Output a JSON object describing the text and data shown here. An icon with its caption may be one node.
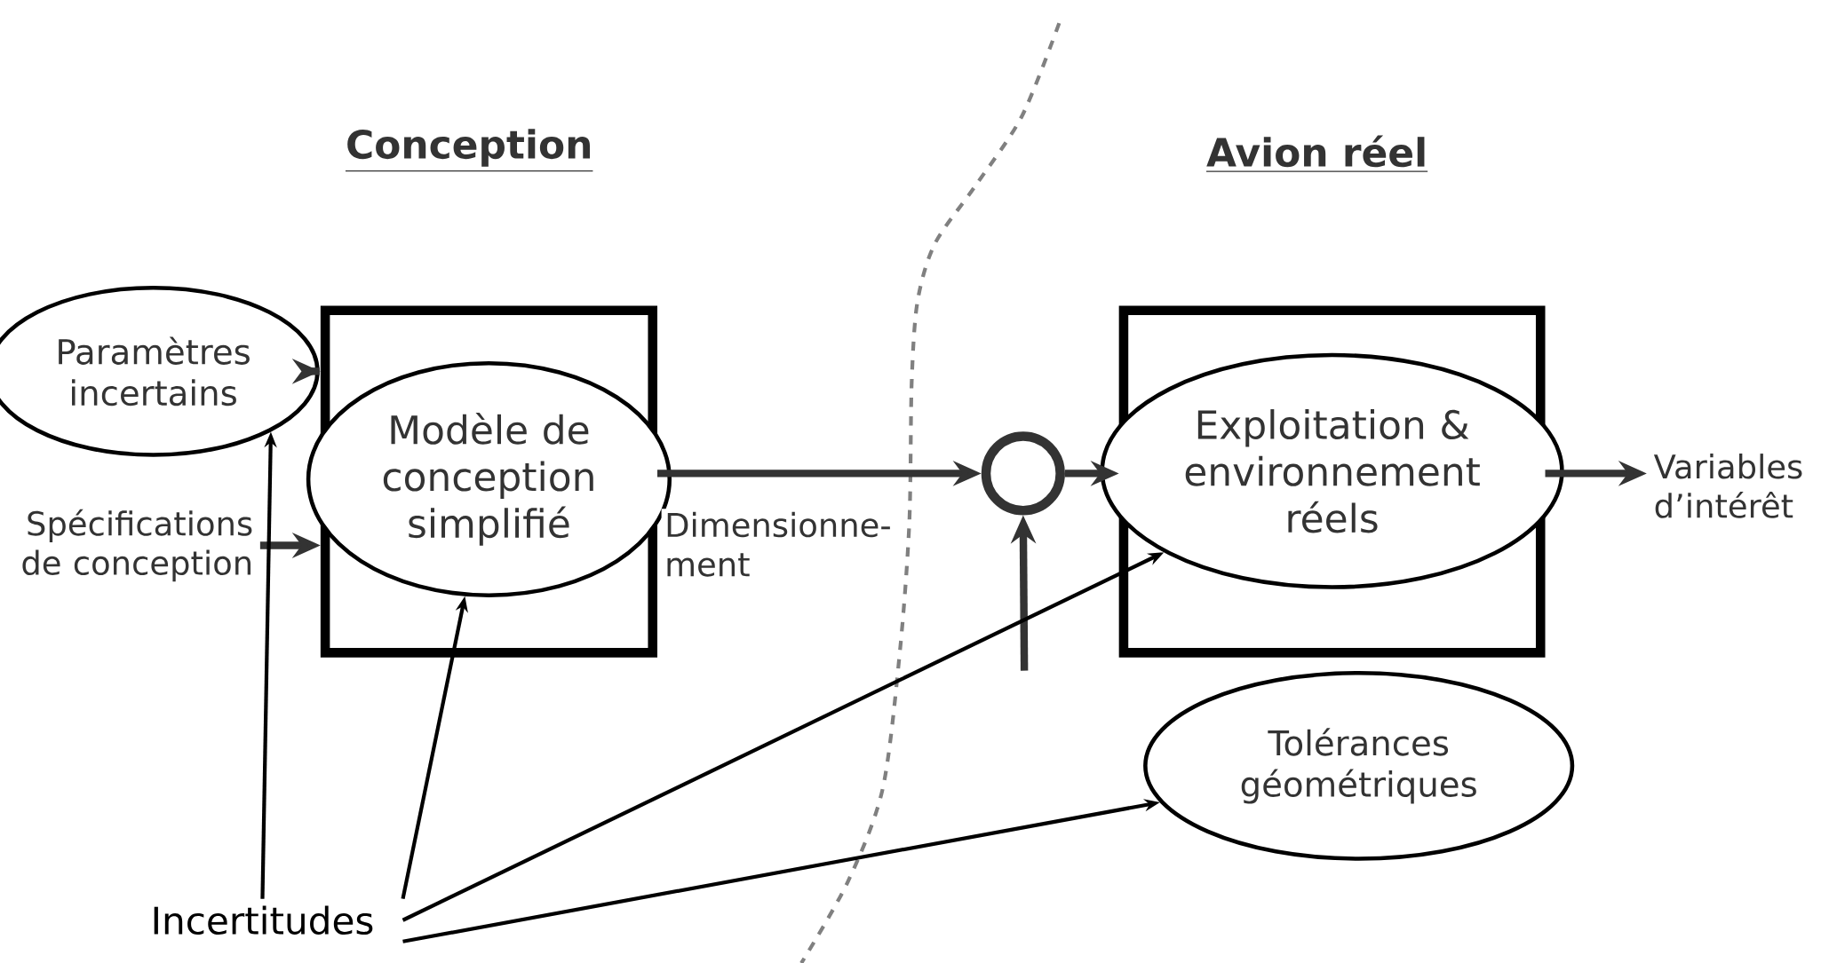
{
  "diagram": {
    "nodes": [
      {
        "text": [
          "Paramètres incertains"
        ]
      },
      {
        "text": [
          "Spécifications de conception"
        ]
      },
      {
        "text": [],
        "shape": "box"
      },
      {
        "text": [
          "Modèle de conception simplifié"
        ],
        "in": 2
      },
      {
        "text": [],
        "shape": "circle"
      },
      {
        "text": [],
        "shape": "box"
      },
      {
        "text": [
          "Exploitation & environnement réels"
        ],
        "in": 5
      },
      {
        "text": [
          "Variables d’intérêt"
        ]
      },
      {
        "text": [
          "Tolérances géométriques"
        ]
      },
      {
        "text": [
          "Incertitudes"
        ]
      }
    ],
    "edges": [
      {
        "from": 0,
        "to": 2,
        "arrow": "to"
      },
      {
        "from": 1,
        "to": 2,
        "arrow": "to"
      },
      {
        "from": 2,
        "to": 4,
        "arrow": "to",
        "label": "Dimensionne-ment"
      },
      {
        "from": 4,
        "to": 5,
        "arrow": "to"
      },
      {
        "from": null,
        "to": 4,
        "arrow": "to"
      },
      {
        "from": 5,
        "to": 7,
        "arrow": "to"
      },
      {
        "from": 9,
        "to": 0,
        "arrow": "to",
        "color": "#000000"
      },
      {
        "from": 9,
        "to": 3,
        "arrow": "to",
        "color": "#000000"
      },
      {
        "from": 9,
        "to": 6,
        "arrow": "to",
        "color": "#000000"
      },
      {
        "from": 9,
        "to": 8,
        "arrow": "to",
        "color": "#000000"
      }
    ],
    "labels": [
      "Conception",
      "Avion réel"
    ]
  }
}
